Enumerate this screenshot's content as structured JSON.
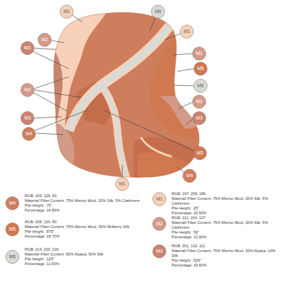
{
  "diagram": {
    "nodes": [
      {
        "text": [
          "M1"
        ]
      },
      {
        "text": [
          "M6"
        ]
      },
      {
        "text": [
          "M1"
        ]
      },
      {
        "text": [
          "M2"
        ]
      },
      {
        "text": [
          "M3"
        ]
      },
      {
        "text": [
          "M2"
        ]
      },
      {
        "text": [
          "M5"
        ]
      },
      {
        "text": [
          "M6"
        ]
      },
      {
        "text": [
          "M2"
        ]
      },
      {
        "text": [
          "M2"
        ]
      },
      {
        "text": [
          "M3"
        ]
      },
      {
        "text": [
          "M3"
        ]
      },
      {
        "text": [
          "M4"
        ]
      },
      {
        "text": [
          "M5"
        ]
      },
      {
        "text": [
          "M4"
        ]
      },
      {
        "text": [
          "M1"
        ]
      }
    ],
    "labels": [
      "RGB: 206, 126, 93",
      "Material/ Fiber Content: 75% Merino Wool, 20% Silk, 5% Cashmere",
      "Pile Height: .75\"",
      "Percentage: 16.80%",
      "RGB: 247, 209, 186",
      "Material/ Fiber Content: 75% Merino Wool, 20% Silk, 5% Cashmere",
      "Pile Height: .25\"",
      "Percentage: 20.50%",
      "RGB: 208, 120, 80",
      "Material/ Fiber Content: 70% Merino Wool, 30% Mulberry Silk",
      "Pile Height: .875\"",
      "Percentage: 18.70%",
      "RGB: 211, 154, 137",
      "Material/ Fiber Content: 75% Merino Wool, 20% Silk, 5% Cashmere",
      "Pile Height: .50\"",
      "Percentage: 12.90%",
      "RGB: 214, 220, 216",
      "Material/ Fiber Content: 50% Alpaca, 50% Silk",
      "Pile Height: .125\"",
      "Percentage: 11.50%",
      "RGB: 201, 132, 111",
      "Material/ Fiber Content: 70% Merino Wool, 20% Alpaca, 10% Silk",
      "Pile Height: .625\"",
      "Percentage: 19.60%"
    ],
    "legend": [
      {
        "text": "M4",
        "color": "#ce7e5d"
      },
      {
        "text": "M1",
        "color": "#f7d1ba"
      },
      {
        "text": "M5",
        "color": "#d07850"
      },
      {
        "text": "M2",
        "color": "#d39a89"
      },
      {
        "text": "M6",
        "color": "#d6dcd8"
      },
      {
        "text": "M3",
        "color": "#c9846f"
      }
    ]
  }
}
